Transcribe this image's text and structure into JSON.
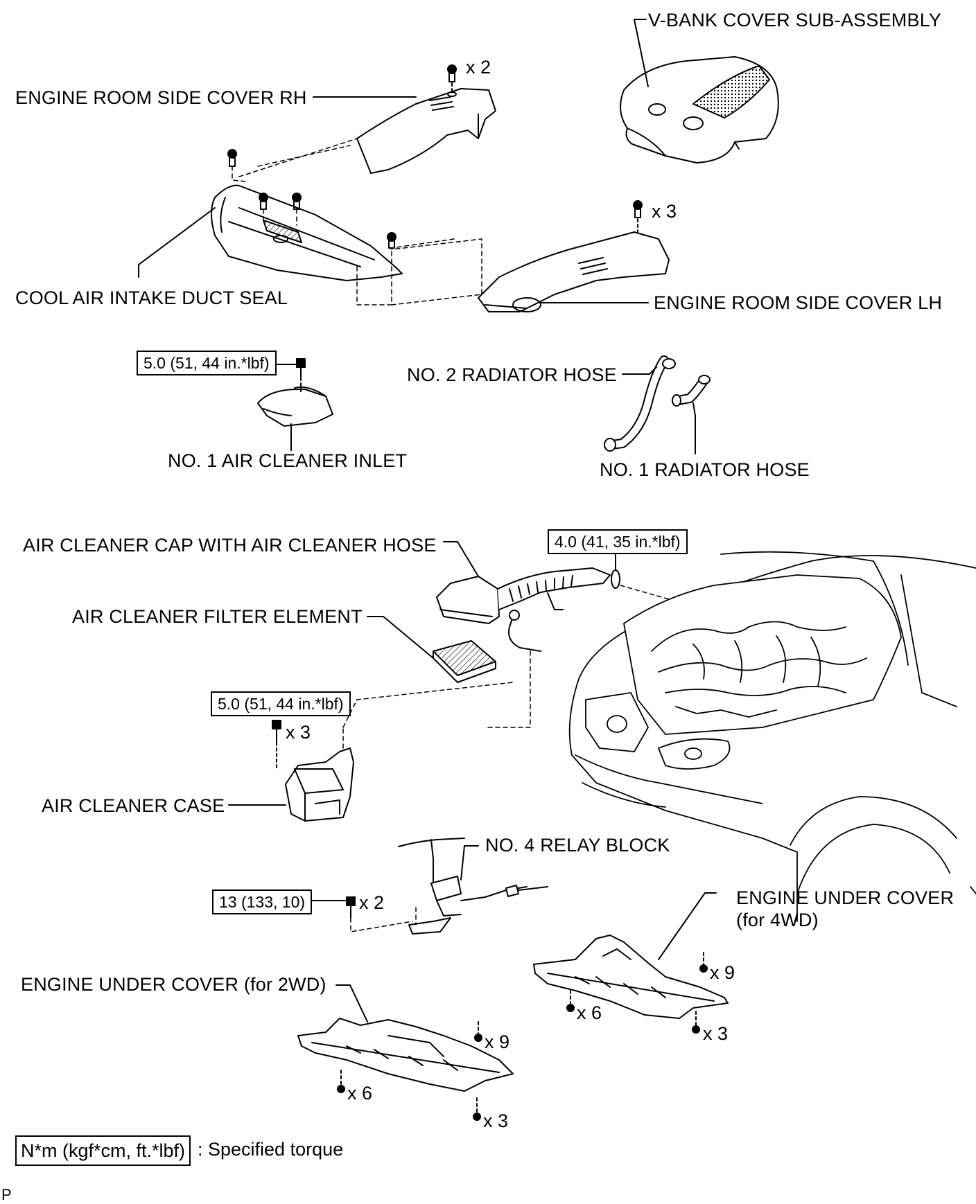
{
  "labels": {
    "vbank_cover": "V-BANK COVER SUB-ASSEMBLY",
    "side_cover_rh": "ENGINE ROOM SIDE COVER RH",
    "duct_seal": "COOL AIR INTAKE DUCT SEAL",
    "side_cover_lh": "ENGINE ROOM SIDE COVER LH",
    "radiator_hose_2": "NO. 2 RADIATOR HOSE",
    "radiator_hose_1": "NO. 1 RADIATOR HOSE",
    "air_cleaner_inlet": "NO. 1 AIR CLEANER INLET",
    "air_cleaner_cap": "AIR CLEANER CAP WITH AIR CLEANER HOSE",
    "filter_element": "AIR CLEANER FILTER ELEMENT",
    "air_cleaner_case": "AIR CLEANER CASE",
    "relay_block": "NO. 4 RELAY BLOCK",
    "under_cover_4wd_line1": "ENGINE UNDER COVER",
    "under_cover_4wd_line2": "(for 4WD)",
    "under_cover_2wd": "ENGINE UNDER COVER (for 2WD)"
  },
  "torques": {
    "inlet_bolt": "5.0 (51, 44 in.*lbf)",
    "hose_clamp": "4.0 (41, 35 in.*lbf)",
    "case_bolt": "5.0 (51, 44 in.*lbf)",
    "relay_bolt": "13 (133, 10)"
  },
  "quantities": {
    "rh_clips": "x 2",
    "lh_clips": "x 3",
    "case_bolts": "x 3",
    "relay_bolts": "x 2",
    "uc4_a": "x 9",
    "uc4_b": "x 6",
    "uc4_c": "x 3",
    "uc2_a": "x 9",
    "uc2_b": "x 6",
    "uc2_c": "x 3"
  },
  "legend": {
    "box_text": "N*m (kgf*cm, ft.*lbf)",
    "description": ": Specified torque"
  },
  "figure_code": "P"
}
